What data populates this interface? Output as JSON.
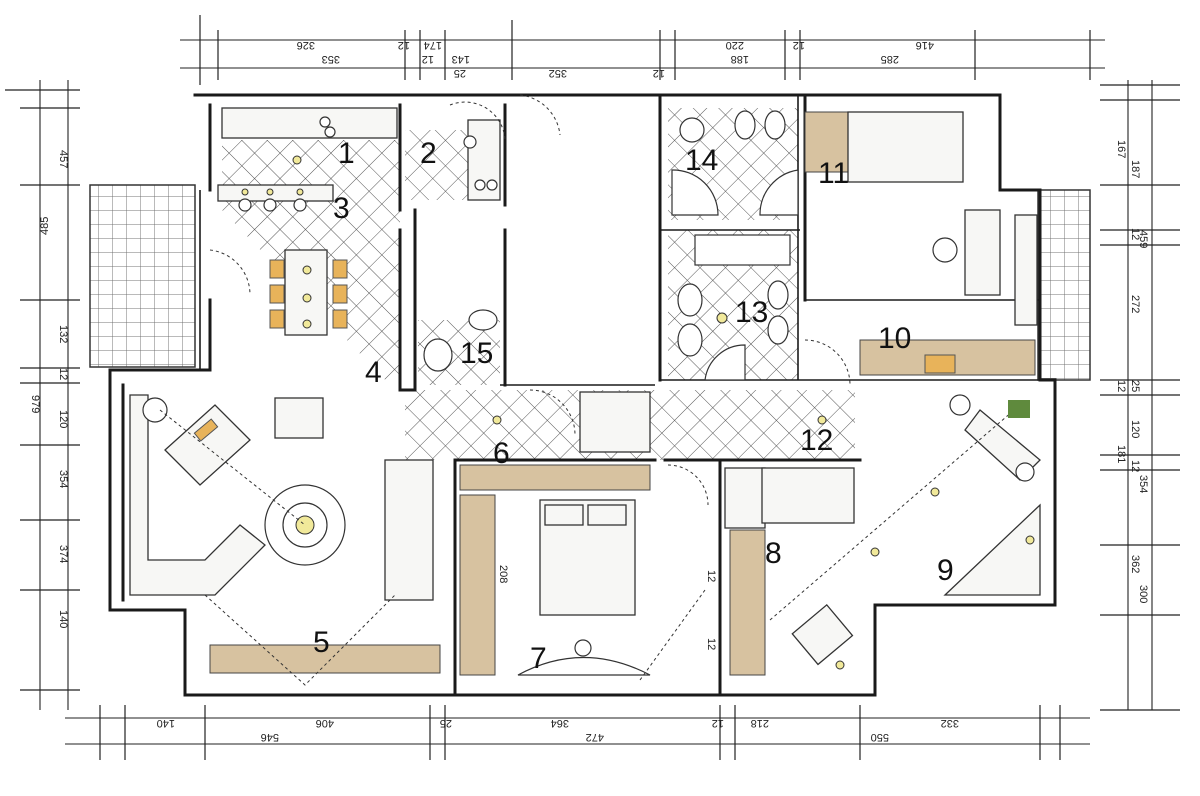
{
  "plan": {
    "rooms": [
      {
        "id": "room-1",
        "label": "1"
      },
      {
        "id": "room-2",
        "label": "2"
      },
      {
        "id": "room-3",
        "label": "3"
      },
      {
        "id": "room-4",
        "label": "4"
      },
      {
        "id": "room-5",
        "label": "5"
      },
      {
        "id": "room-6",
        "label": "6"
      },
      {
        "id": "room-7",
        "label": "7"
      },
      {
        "id": "room-8",
        "label": "8"
      },
      {
        "id": "room-9",
        "label": "9"
      },
      {
        "id": "room-10",
        "label": "10"
      },
      {
        "id": "room-11",
        "label": "11"
      },
      {
        "id": "room-12",
        "label": "12"
      },
      {
        "id": "room-13",
        "label": "13"
      },
      {
        "id": "room-14",
        "label": "14"
      },
      {
        "id": "room-15",
        "label": "15"
      }
    ],
    "dimensions": {
      "top": [
        "326",
        "353",
        "12",
        "174",
        "12",
        "143",
        "25",
        "352",
        "12",
        "220",
        "188",
        "12",
        "416",
        "285"
      ],
      "bottom": [
        "140",
        "546",
        "406",
        "25",
        "364",
        "472",
        "12",
        "218",
        "550",
        "332"
      ],
      "left": [
        "457",
        "485",
        "132",
        "12",
        "979",
        "120",
        "354",
        "374",
        "140"
      ],
      "right": [
        "167",
        "187",
        "459",
        "12",
        "272",
        "25",
        "12",
        "120",
        "181",
        "12",
        "354",
        "362",
        "300"
      ],
      "interior": [
        "208",
        "12",
        "12"
      ]
    },
    "colors": {
      "wall": "#1a1a1a",
      "tile": "#555555",
      "wood": "#d7c2a0",
      "orange": "#e8b35a",
      "lamp": "#f1e99a"
    }
  }
}
